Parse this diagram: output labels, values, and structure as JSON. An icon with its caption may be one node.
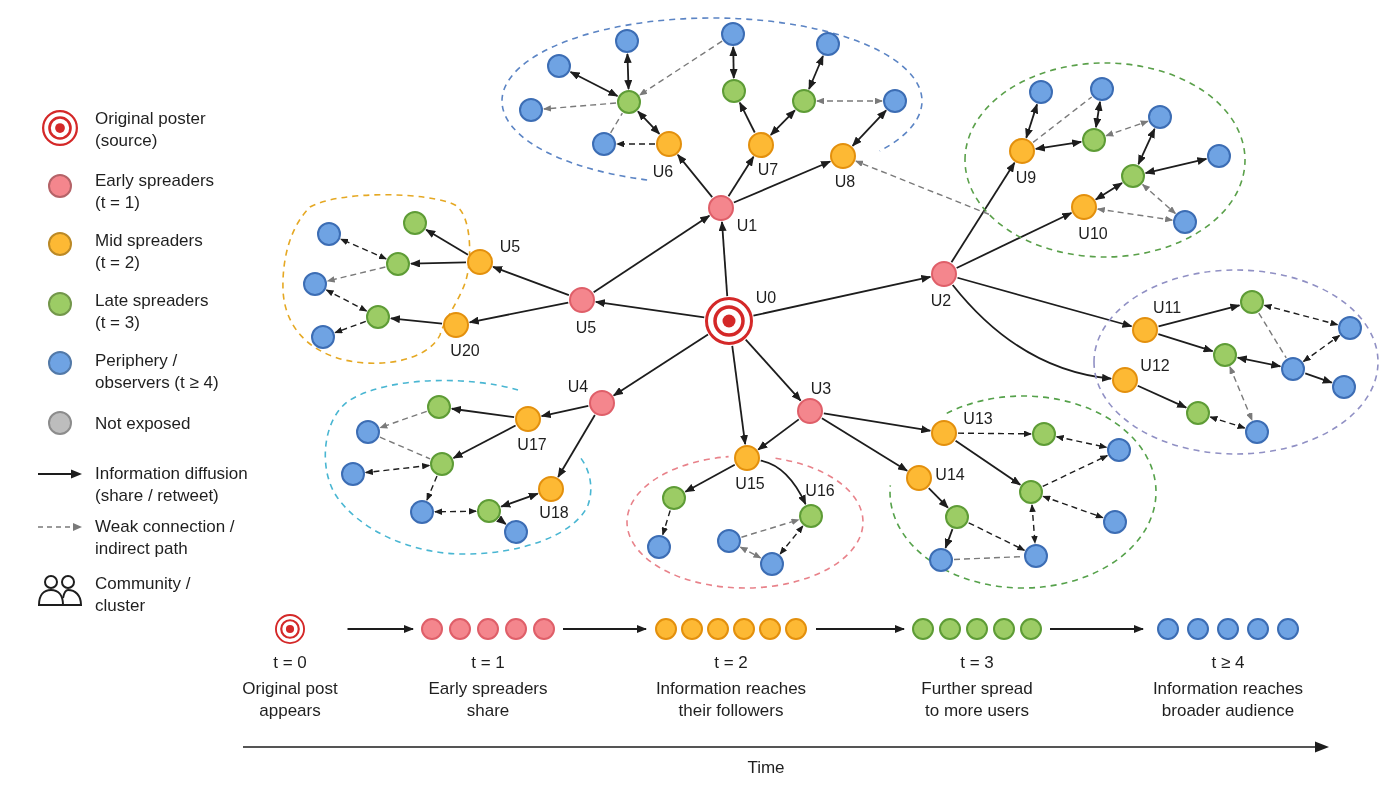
{
  "diagram": {
    "nodes": [
      {
        "text": [],
        "shape": "circle",
        "beside": [
          "U0"
        ]
      },
      {
        "text": [],
        "shape": "circle",
        "beside": [
          "U1"
        ]
      },
      {
        "text": [],
        "shape": "circle",
        "beside": [
          "U2"
        ]
      },
      {
        "text": [],
        "shape": "circle",
        "beside": [
          "U3"
        ]
      },
      {
        "text": [],
        "shape": "circle",
        "beside": [
          "U4"
        ]
      },
      {
        "text": [],
        "shape": "circle",
        "beside": [
          "U5"
        ]
      },
      {
        "text": [],
        "shape": "ellipse"
      },
      {
        "text": [],
        "shape": "circle",
        "beside": [
          "U6"
        ],
        "in": 6
      },
      {
        "text": [],
        "shape": "circle",
        "beside": [
          "U7"
        ],
        "in": 6
      },
      {
        "text": [],
        "shape": "circle",
        "beside": [
          "U8"
        ],
        "in": 6
      },
      {
        "text": [],
        "shape": "circle",
        "in": 6
      },
      {
        "text": [],
        "shape": "circle",
        "in": 6
      },
      {
        "text": [],
        "shape": "circle",
        "in": 6
      },
      {
        "text": [],
        "shape": "circle",
        "in": 6
      },
      {
        "text": [],
        "shape": "circle",
        "in": 6
      },
      {
        "text": [],
        "shape": "circle",
        "in": 6
      },
      {
        "text": [],
        "shape": "circle",
        "in": 6
      },
      {
        "text": [],
        "shape": "circle",
        "in": 6
      },
      {
        "text": [],
        "shape": "circle",
        "in": 6
      },
      {
        "text": [],
        "shape": "circle",
        "in": 6
      },
      {
        "text": [],
        "shape": "ellipse"
      },
      {
        "text": [],
        "shape": "circle",
        "beside": [
          "U9"
        ],
        "in": 20
      },
      {
        "text": [],
        "shape": "circle",
        "beside": [
          "U10"
        ],
        "in": 20
      },
      {
        "text": [],
        "shape": "circle",
        "in": 20
      },
      {
        "text": [],
        "shape": "circle",
        "in": 20
      },
      {
        "text": [],
        "shape": "circle",
        "in": 20
      },
      {
        "text": [],
        "shape": "circle",
        "in": 20
      },
      {
        "text": [],
        "shape": "circle",
        "in": 20
      },
      {
        "text": [],
        "shape": "circle",
        "in": 20
      },
      {
        "text": [],
        "shape": "circle",
        "in": 20
      },
      {
        "text": [],
        "shape": "blob"
      },
      {
        "text": [],
        "shape": "circle",
        "beside": [
          "U5"
        ]
      },
      {
        "text": [],
        "shape": "circle",
        "beside": [
          "U20"
        ]
      },
      {
        "text": [],
        "shape": "circle",
        "in": 30
      },
      {
        "text": [],
        "shape": "circle",
        "in": 30
      },
      {
        "text": [],
        "shape": "circle",
        "in": 30
      },
      {
        "text": [],
        "shape": "circle",
        "in": 30
      },
      {
        "text": [],
        "shape": "circle",
        "in": 30
      },
      {
        "text": [],
        "shape": "circle",
        "in": 30
      },
      {
        "text": [],
        "shape": "blob"
      },
      {
        "text": [],
        "shape": "circle",
        "beside": [
          "U17"
        ],
        "in": 39
      },
      {
        "text": [],
        "shape": "circle",
        "beside": [
          "U18"
        ],
        "in": 39
      },
      {
        "text": [],
        "shape": "circle",
        "in": 39
      },
      {
        "text": [],
        "shape": "circle",
        "in": 39
      },
      {
        "text": [],
        "shape": "circle",
        "in": 39
      },
      {
        "text": [],
        "shape": "circle",
        "in": 39
      },
      {
        "text": [],
        "shape": "circle",
        "in": 39
      },
      {
        "text": [],
        "shape": "circle",
        "in": 39
      },
      {
        "text": [],
        "shape": "circle",
        "in": 39
      },
      {
        "text": [],
        "shape": "ellipse"
      },
      {
        "text": [],
        "shape": "circle",
        "beside": [
          "U15"
        ]
      },
      {
        "text": [],
        "shape": "circle",
        "beside": [
          "U16"
        ],
        "in": 49
      },
      {
        "text": [],
        "shape": "circle",
        "in": 49
      },
      {
        "text": [],
        "shape": "circle",
        "in": 49
      },
      {
        "text": [],
        "shape": "circle",
        "in": 49
      },
      {
        "text": [],
        "shape": "circle",
        "in": 49
      },
      {
        "text": [],
        "shape": "ellipse"
      },
      {
        "text": [],
        "shape": "circle",
        "beside": [
          "U13"
        ],
        "in": 56
      },
      {
        "text": [],
        "shape": "circle",
        "beside": [
          "U14"
        ],
        "in": 56
      },
      {
        "text": [],
        "shape": "circle",
        "in": 56
      },
      {
        "text": [],
        "shape": "circle",
        "in": 56
      },
      {
        "text": [],
        "shape": "circle",
        "in": 56
      },
      {
        "text": [],
        "shape": "circle",
        "in": 56
      },
      {
        "text": [],
        "shape": "circle",
        "in": 56
      },
      {
        "text": [],
        "shape": "circle",
        "in": 56
      },
      {
        "text": [],
        "shape": "circle",
        "in": 56
      },
      {
        "text": [],
        "shape": "ellipse"
      },
      {
        "text": [],
        "shape": "circle",
        "beside": [
          "U11"
        ],
        "in": 66
      },
      {
        "text": [],
        "shape": "circle",
        "beside": [
          "U12"
        ],
        "in": 66
      },
      {
        "text": [],
        "shape": "circle",
        "in": 66
      },
      {
        "text": [],
        "shape": "circle",
        "in": 66
      },
      {
        "text": [],
        "shape": "circle",
        "in": 66
      },
      {
        "text": [],
        "shape": "circle",
        "in": 66
      },
      {
        "text": [],
        "shape": "circle",
        "in": 66
      },
      {
        "text": [],
        "shape": "circle",
        "in": 66
      },
      {
        "text": [],
        "shape": "circle",
        "in": 66
      },
      {
        "text": [
          "t = 0",
          "Original post appears"
        ]
      },
      {
        "text": [
          "t = 1",
          "Early spreaders share"
        ]
      },
      {
        "text": [
          "t = 2",
          "Information reaches their followers"
        ]
      },
      {
        "text": [
          "t = 3",
          "Further spread to more users"
        ]
      },
      {
        "text": [
          "t ≥ 4",
          "Information reaches broader audience"
        ]
      }
    ],
    "edges": [
      {
        "from": 0,
        "to": 1,
        "arrow": "to"
      },
      {
        "from": 0,
        "to": 2,
        "arrow": "to"
      },
      {
        "from": 0,
        "to": 3,
        "arrow": "to"
      },
      {
        "from": 0,
        "to": 4,
        "arrow": "to"
      },
      {
        "from": 0,
        "to": 5,
        "arrow": "to"
      },
      {
        "from": 0,
        "to": 50,
        "arrow": "to"
      },
      {
        "from": 5,
        "to": 1,
        "arrow": "to"
      },
      {
        "from": 1,
        "to": 7,
        "arrow": "to"
      },
      {
        "from": 1,
        "to": 8,
        "arrow": "to"
      },
      {
        "from": 1,
        "to": 9,
        "arrow": "to"
      },
      {
        "from": 2,
        "to": 21,
        "arrow": "to"
      },
      {
        "from": 2,
        "to": 22,
        "arrow": "to"
      },
      {
        "from": 2,
        "to": 67,
        "arrow": "to"
      },
      {
        "from": 2,
        "to": 68,
        "arrow": "to"
      },
      {
        "from": 3,
        "to": 50,
        "arrow": "to"
      },
      {
        "from": 3,
        "to": 57,
        "arrow": "to"
      },
      {
        "from": 3,
        "to": 58,
        "arrow": "to"
      },
      {
        "from": 4,
        "to": 40,
        "arrow": "to"
      },
      {
        "from": 4,
        "to": 41,
        "arrow": "to"
      },
      {
        "from": 5,
        "to": 31,
        "arrow": "to"
      },
      {
        "from": 5,
        "to": 32,
        "arrow": "to"
      },
      {
        "from": 20,
        "to": 9,
        "arrow": "to",
        "style": "dashed",
        "color": "#7a7a7a"
      },
      {
        "from": 7,
        "to": 10,
        "arrow": "both"
      },
      {
        "from": 7,
        "to": 14,
        "arrow": "to",
        "style": "dashed"
      },
      {
        "from": 10,
        "to": 11,
        "arrow": "both"
      },
      {
        "from": 10,
        "to": 12,
        "arrow": "both"
      },
      {
        "from": 10,
        "to": 13,
        "arrow": "to",
        "style": "dashed",
        "color": "#7a7a7a"
      },
      {
        "from": 14,
        "to": 10,
        "arrow": "none",
        "style": "dashed",
        "color": "#7a7a7a"
      },
      {
        "from": 15,
        "to": 10,
        "arrow": "to",
        "style": "dashed",
        "color": "#7a7a7a"
      },
      {
        "from": 15,
        "to": 16,
        "arrow": "both"
      },
      {
        "from": 8,
        "to": 16,
        "arrow": "to"
      },
      {
        "from": 8,
        "to": 17,
        "arrow": "both"
      },
      {
        "from": 17,
        "to": 18,
        "arrow": "both"
      },
      {
        "from": 17,
        "to": 19,
        "arrow": "both",
        "style": "dashed",
        "color": "#7a7a7a"
      },
      {
        "from": 9,
        "to": 19,
        "arrow": "both"
      },
      {
        "from": 21,
        "to": 23,
        "arrow": "both"
      },
      {
        "from": 21,
        "to": 24,
        "arrow": "none",
        "style": "dashed",
        "color": "#7a7a7a"
      },
      {
        "from": 21,
        "to": 25,
        "arrow": "both"
      },
      {
        "from": 25,
        "to": 24,
        "arrow": "both"
      },
      {
        "from": 25,
        "to": 26,
        "arrow": "both",
        "style": "dashed",
        "color": "#7a7a7a"
      },
      {
        "from": 27,
        "to": 26,
        "arrow": "both"
      },
      {
        "from": 27,
        "to": 28,
        "arrow": "both"
      },
      {
        "from": 22,
        "to": 27,
        "arrow": "both"
      },
      {
        "from": 27,
        "to": 29,
        "arrow": "both",
        "style": "dashed",
        "color": "#7a7a7a"
      },
      {
        "from": 22,
        "to": 29,
        "arrow": "both",
        "style": "dashed",
        "color": "#7a7a7a"
      },
      {
        "from": 31,
        "to": 33,
        "arrow": "to"
      },
      {
        "from": 31,
        "to": 35,
        "arrow": "to"
      },
      {
        "from": 35,
        "to": 34,
        "arrow": "both",
        "style": "dashed"
      },
      {
        "from": 35,
        "to": 36,
        "arrow": "to",
        "style": "dashed",
        "color": "#7a7a7a"
      },
      {
        "from": 37,
        "to": 36,
        "arrow": "both",
        "style": "dashed"
      },
      {
        "from": 37,
        "to": 38,
        "arrow": "to",
        "style": "dashed"
      },
      {
        "from": 32,
        "to": 37,
        "arrow": "to"
      },
      {
        "from": 40,
        "to": 42,
        "arrow": "to"
      },
      {
        "from": 40,
        "to": 44,
        "arrow": "to"
      },
      {
        "from": 42,
        "to": 43,
        "arrow": "to",
        "style": "dashed",
        "color": "#7a7a7a"
      },
      {
        "from": 43,
        "to": 44,
        "arrow": "none",
        "style": "dashed",
        "color": "#7a7a7a"
      },
      {
        "from": 44,
        "to": 45,
        "arrow": "both",
        "style": "dashed"
      },
      {
        "from": 44,
        "to": 46,
        "arrow": "to",
        "style": "dashed"
      },
      {
        "from": 47,
        "to": 46,
        "arrow": "both",
        "style": "dashed"
      },
      {
        "from": 41,
        "to": 47,
        "arrow": "both"
      },
      {
        "from": 47,
        "to": 48,
        "arrow": "to"
      },
      {
        "from": 50,
        "to": 52,
        "arrow": "to"
      },
      {
        "from": 50,
        "to": 51,
        "arrow": "to"
      },
      {
        "from": 52,
        "to": 53,
        "arrow": "to",
        "style": "dashed"
      },
      {
        "from": 54,
        "to": 51,
        "arrow": "to",
        "style": "dashed",
        "color": "#7a7a7a"
      },
      {
        "from": 54,
        "to": 55,
        "arrow": "both",
        "style": "dashed",
        "color": "#7a7a7a"
      },
      {
        "from": 51,
        "to": 55,
        "arrow": "both",
        "style": "dashed"
      },
      {
        "from": 57,
        "to": 59,
        "arrow": "to",
        "style": "dashed"
      },
      {
        "from": 57,
        "to": 61,
        "arrow": "to"
      },
      {
        "from": 59,
        "to": 60,
        "arrow": "both",
        "style": "dashed"
      },
      {
        "from": 61,
        "to": 60,
        "arrow": "to",
        "style": "dashed"
      },
      {
        "from": 61,
        "to": 62,
        "arrow": "both",
        "style": "dashed"
      },
      {
        "from": 61,
        "to": 65,
        "arrow": "both",
        "style": "dashed"
      },
      {
        "from": 58,
        "to": 63,
        "arrow": "to"
      },
      {
        "from": 63,
        "to": 64,
        "arrow": "to"
      },
      {
        "from": 63,
        "to": 65,
        "arrow": "to",
        "style": "dashed"
      },
      {
        "from": 64,
        "to": 65,
        "arrow": "none",
        "style": "dashed",
        "color": "#7a7a7a"
      },
      {
        "from": 67,
        "to": 69,
        "arrow": "to"
      },
      {
        "from": 67,
        "to": 70,
        "arrow": "to"
      },
      {
        "from": 70,
        "to": 72,
        "arrow": "both"
      },
      {
        "from": 69,
        "to": 71,
        "arrow": "both",
        "style": "dashed"
      },
      {
        "from": 69,
        "to": 72,
        "arrow": "none",
        "style": "dashed",
        "color": "#7a7a7a"
      },
      {
        "from": 72,
        "to": 71,
        "arrow": "both",
        "style": "dashed"
      },
      {
        "from": 72,
        "to": 73,
        "arrow": "to"
      },
      {
        "from": 68,
        "to": 74,
        "arrow": "to"
      },
      {
        "from": 74,
        "to": 75,
        "arrow": "both",
        "style": "dashed"
      },
      {
        "from": 70,
        "to": 75,
        "arrow": "both",
        "style": "dashed",
        "color": "#7a7a7a"
      },
      {
        "from": 76,
        "to": 77,
        "arrow": "to"
      },
      {
        "from": 77,
        "to": 78,
        "arrow": "to"
      },
      {
        "from": 78,
        "to": 79,
        "arrow": "to"
      },
      {
        "from": 79,
        "to": 80,
        "arrow": "to"
      }
    ],
    "labels": [
      "Time"
    ],
    "legend": [
      {
        "text": "Original poster (source)"
      },
      {
        "text": "Early spreaders (t = 1)",
        "color": "#f4868d"
      },
      {
        "text": "Mid spreaders (t = 2)",
        "color": "#fdb934"
      },
      {
        "text": "Late spreaders (t = 3)",
        "color": "#9ccc65"
      },
      {
        "text": "Periphery / observers (t ≥ 4)",
        "color": "#6fa3e3"
      },
      {
        "text": "Not exposed",
        "color": "#bdbdbd"
      },
      {
        "text": "Information diffusion (share / retweet)"
      },
      {
        "text": "Weak connection / indirect path"
      },
      {
        "text": "Community / cluster"
      }
    ]
  }
}
